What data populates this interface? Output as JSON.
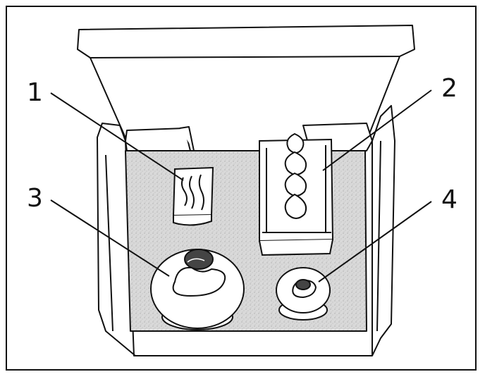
{
  "illustration": {
    "subject": "open-cake-box-with-four-pastries",
    "callouts": [
      {
        "number": "1",
        "item": "square-layered-cake"
      },
      {
        "number": "2",
        "item": "long-pastry-with-cream"
      },
      {
        "number": "3",
        "item": "large-round-cake"
      },
      {
        "number": "4",
        "item": "small-round-cake"
      }
    ]
  }
}
